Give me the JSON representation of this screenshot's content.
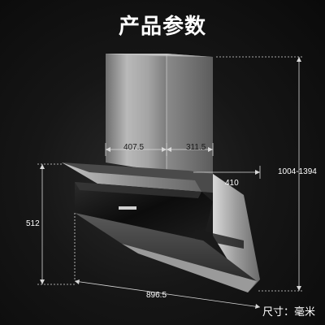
{
  "title": "产品参数",
  "dimensions": {
    "chimney_width": "407.5",
    "chimney_depth": "311.5",
    "hood_depth": "410",
    "total_height": "1004-1394",
    "body_height": "512",
    "body_width": "896.5"
  },
  "unit_note": "尺寸：毫米",
  "colors": {
    "background": "#0b0b0b",
    "dimension_line": "#d8d8d8",
    "chimney": "#9a9a9a",
    "glass_panel": "#111111",
    "steel_frame": "#b5b5b5"
  }
}
